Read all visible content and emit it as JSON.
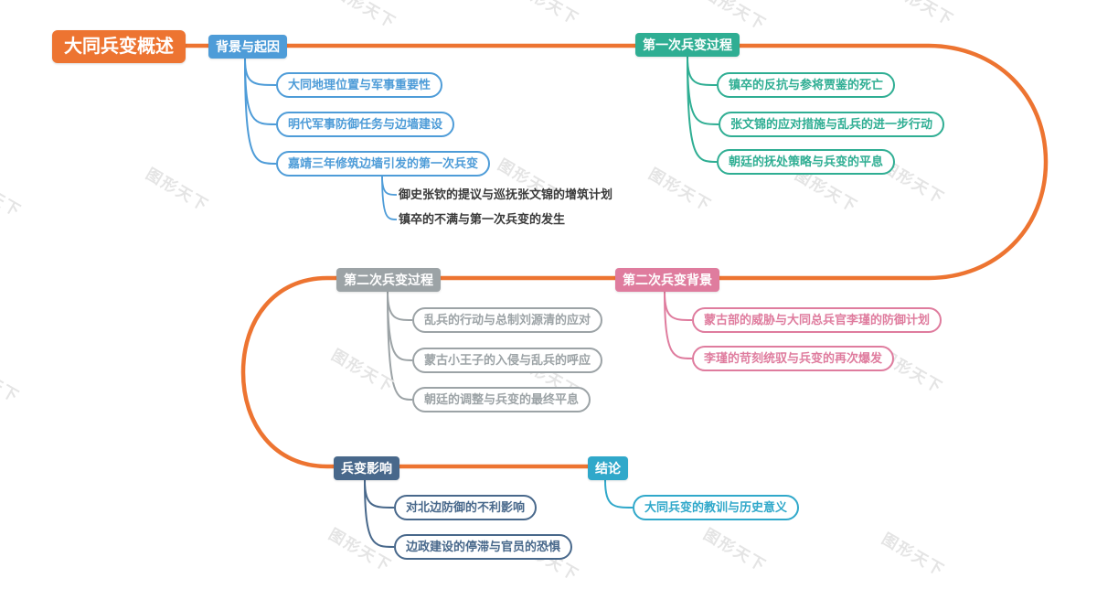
{
  "watermark": {
    "text": "图形天下"
  },
  "root": {
    "label": "大同兵变概述",
    "color": "#ED7431"
  },
  "spine_color": "#ED7431",
  "branches": [
    {
      "label": "背景与起因",
      "color": "#4E9CD8",
      "children": [
        {
          "label": "大同地理位置与军事重要性"
        },
        {
          "label": "明代军事防御任务与边墙建设"
        },
        {
          "label": "嘉靖三年修筑边墙引发的第一次兵变",
          "children": [
            {
              "label": "御史张钦的提议与巡抚张文锦的增筑计划"
            },
            {
              "label": "镇卒的不满与第一次兵变的发生"
            }
          ]
        }
      ]
    },
    {
      "label": "第一次兵变过程",
      "color": "#2FAE93",
      "children": [
        {
          "label": "镇卒的反抗与参将贾鉴的死亡"
        },
        {
          "label": "张文锦的应对措施与乱兵的进一步行动"
        },
        {
          "label": "朝廷的抚处策略与兵变的平息"
        }
      ]
    },
    {
      "label": "第二次兵变背景",
      "color": "#DF7C9E",
      "children": [
        {
          "label": "蒙古部的威胁与大同总兵官李瑾的防御计划"
        },
        {
          "label": "李瑾的苛刻统驭与兵变的再次爆发"
        }
      ]
    },
    {
      "label": "第二次兵变过程",
      "color": "#9CA3A6",
      "children": [
        {
          "label": "乱兵的行动与总制刘源清的应对"
        },
        {
          "label": "蒙古小王子的入侵与乱兵的呼应"
        },
        {
          "label": "朝廷的调整与兵变的最终平息"
        }
      ]
    },
    {
      "label": "兵变影响",
      "color": "#48688B",
      "children": [
        {
          "label": "对北边防御的不利影响"
        },
        {
          "label": "边政建设的停滞与官员的恐惧"
        }
      ]
    },
    {
      "label": "结论",
      "color": "#30A8CA",
      "children": [
        {
          "label": "大同兵变的教训与历史意义"
        }
      ]
    }
  ]
}
